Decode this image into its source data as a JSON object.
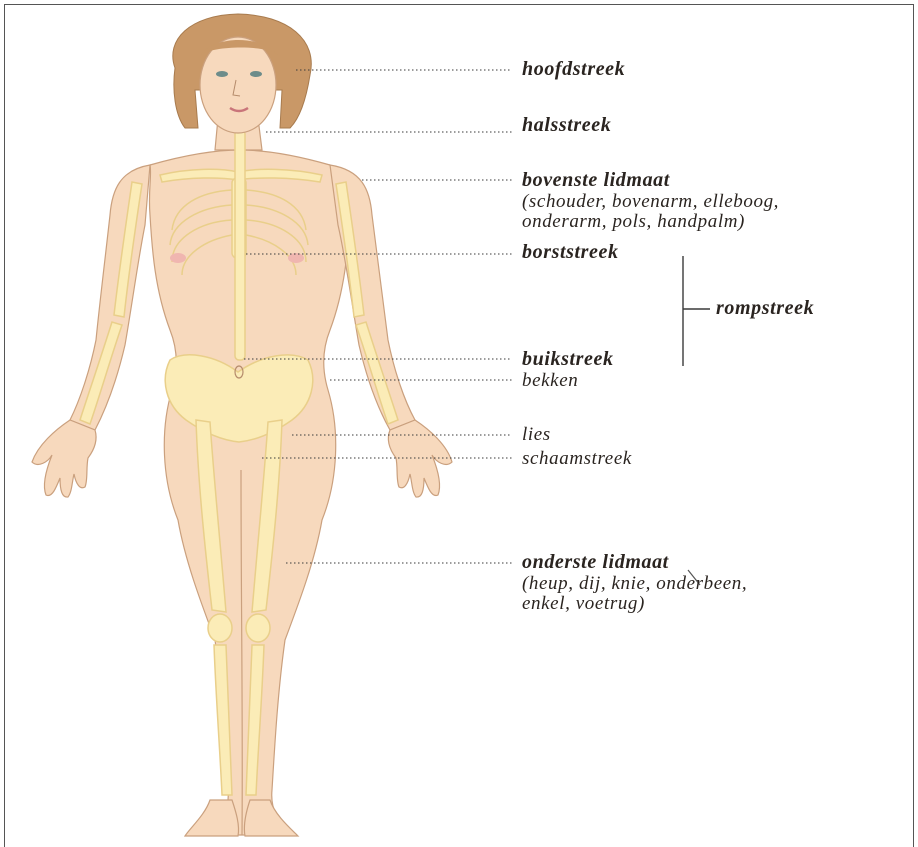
{
  "labels": {
    "head": "hoofdstreek",
    "neck": "halsstreek",
    "upper_limb": "bovenste lidmaat",
    "upper_limb_detail_1": "(schouder, bovenarm, elleboog,",
    "upper_limb_detail_2": "onderarm, pols, handpalm)",
    "chest": "borststreek",
    "trunk": "rompstreek",
    "abdomen": "buikstreek",
    "pelvis": "bekken",
    "groin": "lies",
    "pubic": "schaamstreek",
    "lower_limb": "onderste lidmaat",
    "lower_limb_detail_1": "(heup, dij, knie, onderbeen,",
    "lower_limb_detail_2": "enkel, voetrug)"
  },
  "colors": {
    "skin": "#f7d9bd",
    "skin_shadow": "#eab896",
    "bone": "#fbecb7",
    "bone_edge": "#e9cf8a",
    "hair": "#c99867",
    "text": "#2a2420",
    "leader": "#3a3a3a"
  }
}
